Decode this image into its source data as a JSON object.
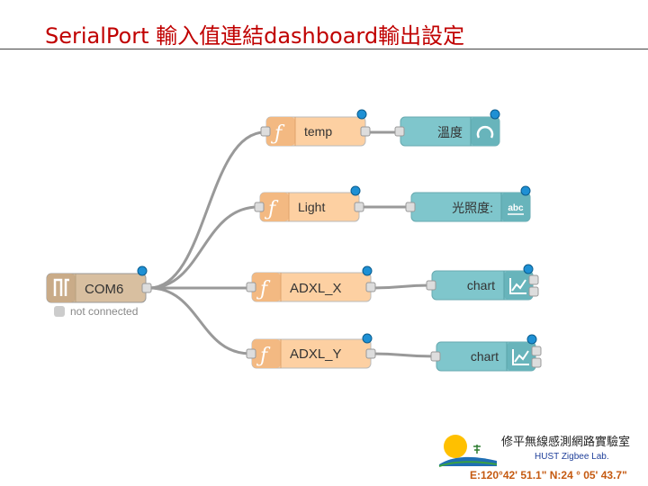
{
  "slide": {
    "title": "SerialPort 輸入值連結dashboard輸出設定"
  },
  "colors": {
    "title": "#c00000",
    "function_node": "#fdd0a2",
    "serial_node": "#d8bfa0",
    "dashboard_node": "#7fc6cc",
    "wire": "#999999",
    "changed_badge": "#1e90d4"
  },
  "flow": {
    "serial_node": {
      "label": "COM6",
      "icon": "serial-port-icon",
      "status": "not connected"
    },
    "functions": [
      {
        "label": "temp",
        "icon": "function-icon"
      },
      {
        "label": "Light",
        "icon": "function-icon"
      },
      {
        "label": "ADXL_X",
        "icon": "function-icon"
      },
      {
        "label": "ADXL_Y",
        "icon": "function-icon"
      }
    ],
    "outputs": [
      {
        "label": "溫度",
        "icon": "gauge-icon"
      },
      {
        "label": "光照度:",
        "icon": "text-abc-icon",
        "icon_text": "abc"
      },
      {
        "label": "chart",
        "icon": "chart-icon"
      },
      {
        "label": "chart",
        "icon": "chart-icon"
      }
    ]
  },
  "lab": {
    "name": "修平無線感測網路實驗室",
    "subtitle": "HUST Zigbee Lab.",
    "coordinates": "E:120°42' 51.1\"  N:24 ° 05' 43.7\""
  }
}
